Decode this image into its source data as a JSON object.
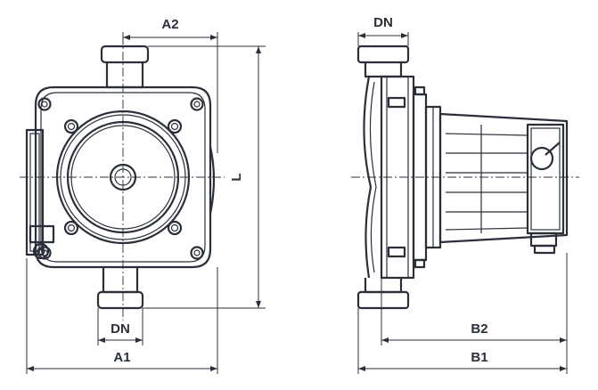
{
  "labels": {
    "a1": "A1",
    "a2": "A2",
    "dn_front": "DN",
    "dn_side": "DN",
    "l": "L",
    "b1": "B1",
    "b2": "B2"
  }
}
